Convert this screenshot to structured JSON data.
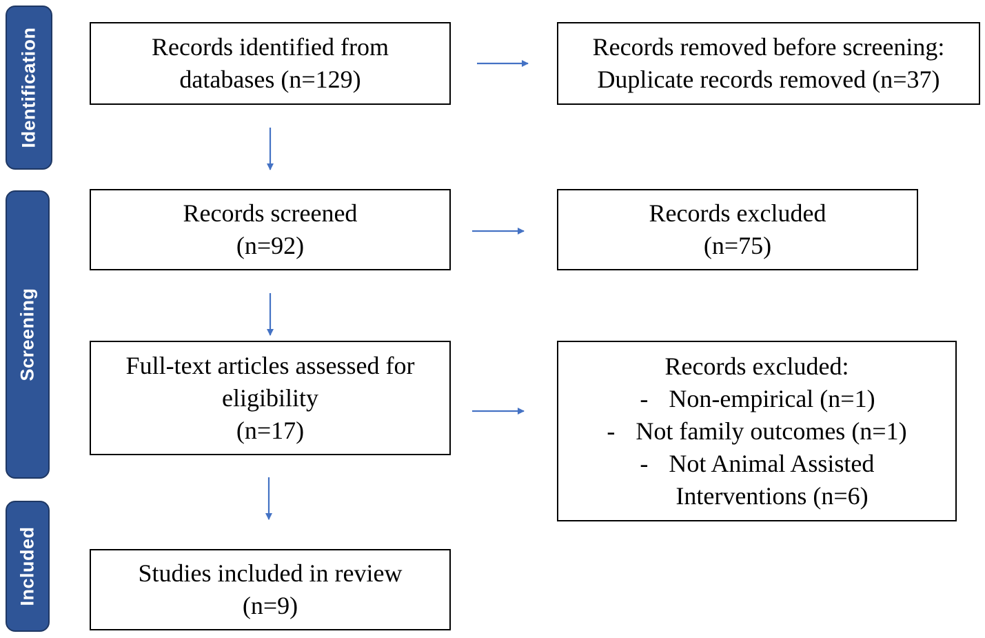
{
  "stages": {
    "identification": "Identification",
    "screening": "Screening",
    "included": "Included"
  },
  "boxes": {
    "identified": {
      "line1": "Records identified from",
      "line2": "databases (n=129)"
    },
    "removed": {
      "line1": "Records removed before screening:",
      "line2": "Duplicate records removed (n=37)"
    },
    "screened": {
      "line1": "Records screened",
      "line2": "(n=92)"
    },
    "excluded_screen": {
      "line1": "Records excluded",
      "line2": "(n=75)"
    },
    "fulltext": {
      "line1": "Full-text articles assessed for",
      "line2": "eligibility",
      "line3": "(n=17)"
    },
    "excluded_fulltext": {
      "heading": "Records excluded:",
      "bullet": "-",
      "reasons": [
        "Non-empirical (n=1)",
        "Not family outcomes (n=1)",
        "Not Animal Assisted",
        "Interventions (n=6)"
      ]
    },
    "included": {
      "line1": "Studies included in review",
      "line2": "(n=9)"
    }
  },
  "colors": {
    "stage_fill": "#2f5597",
    "stage_border": "#1f3864",
    "arrow": "#4472c4"
  }
}
